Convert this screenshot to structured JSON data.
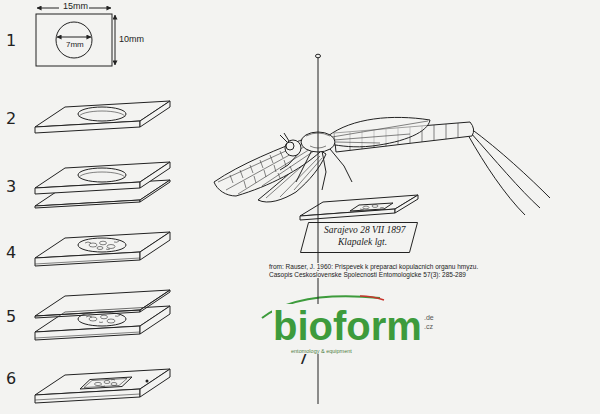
{
  "diagram": {
    "nodes": [
      {
        "text": [
          "Sarajevo 28 VII 1897",
          "Klapalek lgt."
        ]
      }
    ],
    "labels": [
      "15mm",
      "10mm",
      "7mm",
      "1",
      "2",
      "3",
      "4",
      "5",
      "6",
      "7",
      "from: Rauser, J. 1960: Prispevek k preparaci kopulacnich organu hmyzu.",
      "Casopis Ceskoslovenske Spolecnosti Entomologicke 57(3): 285-289",
      "bioform",
      ".de",
      ".cz",
      "entomology & equipment"
    ]
  }
}
